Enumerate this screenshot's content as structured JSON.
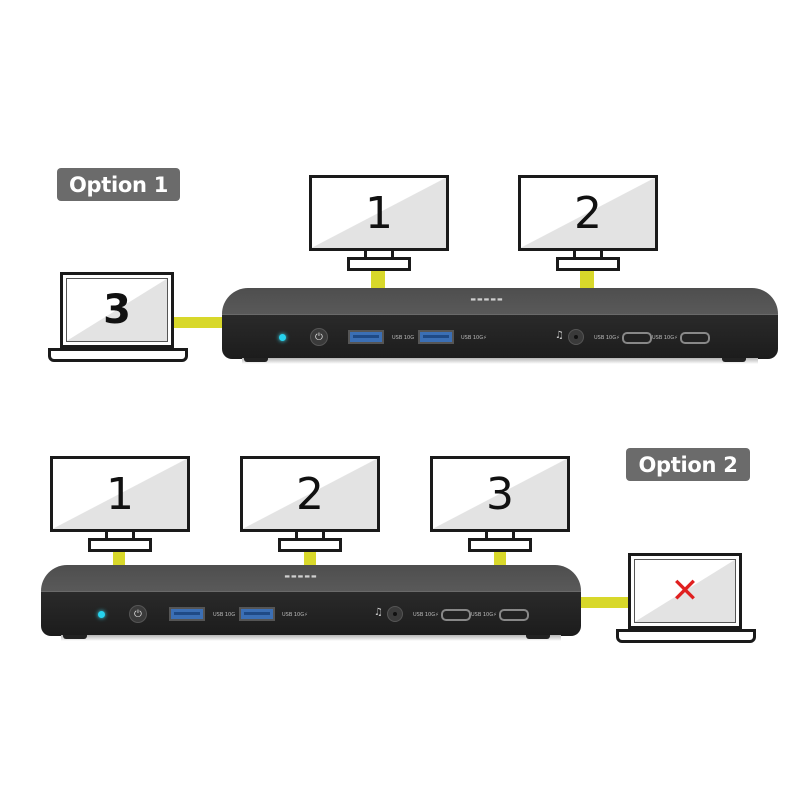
{
  "accent_color": "#d8d82a",
  "badge_color": "#6b6b6b",
  "error_color": "#e02020",
  "led_color": "#26d3ee",
  "option1": {
    "label": "Option 1",
    "monitors": [
      {
        "label": "1"
      },
      {
        "label": "2"
      }
    ],
    "laptop": {
      "label": "3",
      "status": "connected"
    }
  },
  "option2": {
    "label": "Option 2",
    "monitors": [
      {
        "label": "1"
      },
      {
        "label": "2"
      },
      {
        "label": "3"
      }
    ],
    "laptop": {
      "label": "✕",
      "status": "not-supported"
    }
  },
  "dock": {
    "logo": "▬▬▬▬▬",
    "ports": {
      "usb_a_1": "USB 10G",
      "usb_a_2": "USB 10G⚡",
      "usb_c_1": "USB 10G⚡",
      "usb_c_2": "USB 10G⚡",
      "power_icon": "⏻",
      "headphone_icon": "🎧"
    }
  }
}
